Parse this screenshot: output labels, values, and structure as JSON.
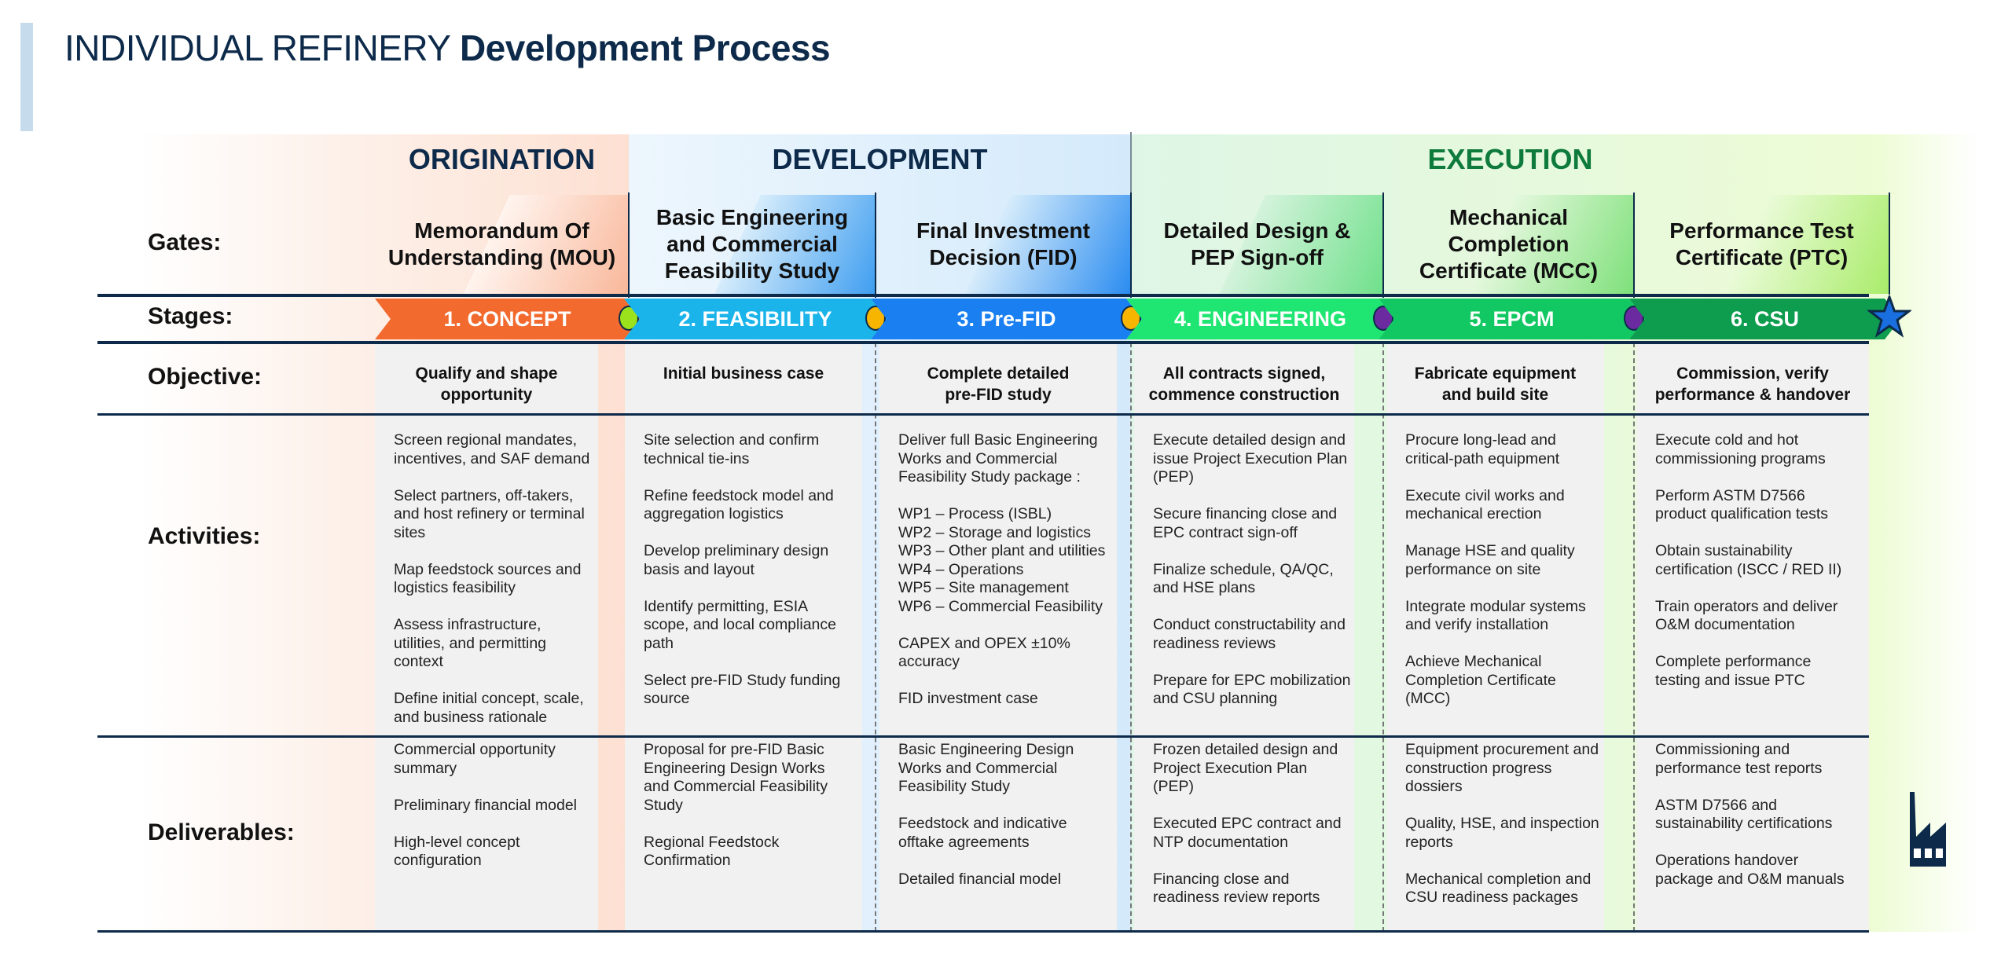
{
  "title": {
    "light": "INDIVIDUAL REFINERY ",
    "bold": "Development Process"
  },
  "phases": [
    {
      "label": "ORIGINATION",
      "color": "#0d2a4a"
    },
    {
      "label": "DEVELOPMENT",
      "color": "#0d2a4a"
    },
    {
      "label": "EXECUTION",
      "color": "#0e7a3c"
    }
  ],
  "row_labels": {
    "gates": "Gates:",
    "stages": "Stages:",
    "objective": "Objective:",
    "activities": "Activities:",
    "deliverables": "Deliverables:"
  },
  "columns": [
    {
      "gate": "Memorandum Of\nUnderstanding (MOU)",
      "stage": "1. CONCEPT",
      "stage_color": "#f26a2e",
      "marker_color": "#9be21c",
      "objective": "Qualify and shape\nopportunity",
      "activities": [
        "Screen regional mandates,\nincentives, and SAF demand",
        "Select partners, off-takers,\nand host refinery or terminal\nsites",
        "Map feedstock sources and\nlogistics feasibility",
        "Assess infrastructure,\nutilities, and permitting\ncontext",
        "Define initial concept, scale,\nand business rationale"
      ],
      "deliverables": [
        "Commercial opportunity\nsummary",
        "Preliminary financial model",
        "High-level concept\nconfiguration"
      ]
    },
    {
      "gate": "Basic Engineering\nand Commercial\nFeasibility Study",
      "stage": "2. FEASIBILITY",
      "stage_color": "#1ab4ea",
      "marker_color": "#f7b500",
      "objective": "Initial business case",
      "activities": [
        "Site selection and confirm\ntechnical tie-ins",
        "Refine feedstock model and\naggregation logistics",
        "Develop preliminary design\nbasis and layout",
        "Identify permitting, ESIA\nscope, and local compliance\npath",
        "Select pre-FID Study funding\nsource"
      ],
      "deliverables": [
        "Proposal for pre-FID Basic\nEngineering Design Works\nand Commercial Feasibility\nStudy",
        "Regional Feedstock\nConfirmation"
      ]
    },
    {
      "gate": "Final Investment\nDecision (FID)",
      "stage": "3. Pre-FID",
      "stage_color": "#1a7ff0",
      "marker_color": "#f7b500",
      "objective": "Complete detailed\npre-FID study",
      "activities": [
        "Deliver full Basic Engineering\nWorks and Commercial\nFeasibility Study package :",
        "WP1 – Process (ISBL)\nWP2 – Storage and logistics\nWP3 – Other plant and utilities\nWP4 – Operations\nWP5 – Site management\nWP6 – Commercial Feasibility",
        "CAPEX and OPEX ±10%\naccuracy",
        "FID investment case"
      ],
      "deliverables": [
        "Basic Engineering Design\nWorks and Commercial\nFeasibility Study",
        "Feedstock and indicative\nofftake agreements",
        "Detailed financial model"
      ]
    },
    {
      "gate": "Detailed Design &\nPEP Sign-off",
      "stage": "4. ENGINEERING",
      "stage_color": "#1fe672",
      "marker_color": "#6b2aa0",
      "objective": "All contracts signed,\ncommence construction",
      "activities": [
        "Execute detailed design and\nissue Project Execution Plan\n(PEP)",
        "Secure financing close and\nEPC contract sign-off",
        "Finalize schedule, QA/QC,\nand HSE plans",
        "Conduct constructability and\nreadiness reviews",
        "Prepare for EPC mobilization\nand CSU planning"
      ],
      "deliverables": [
        "Frozen detailed design and\nProject Execution Plan (PEP)",
        "Executed EPC contract and\nNTP documentation",
        "Financing close and\nreadiness review reports"
      ]
    },
    {
      "gate": "Mechanical\nCompletion\nCertificate (MCC)",
      "stage": "5. EPCM",
      "stage_color": "#12c862",
      "marker_color": "#6b2aa0",
      "objective": "Fabricate equipment\nand build site",
      "activities": [
        "Procure long-lead and\ncritical-path equipment",
        "Execute civil works and\nmechanical erection",
        "Manage HSE and quality\nperformance on site",
        "Integrate modular systems\nand verify installation",
        "Achieve Mechanical\nCompletion Certificate\n(MCC)"
      ],
      "deliverables": [
        "Equipment procurement and\nconstruction progress\ndossiers",
        "Quality, HSE, and inspection\nreports",
        "Mechanical completion and\nCSU readiness packages"
      ]
    },
    {
      "gate": "Performance Test\nCertificate (PTC)",
      "stage": "6. CSU",
      "stage_color": "#0e9c4f",
      "marker_color": "#1a6fe0",
      "objective": "Commission, verify\nperformance & handover",
      "activities": [
        "Execute cold and hot\ncommissioning programs",
        "Perform ASTM D7566\nproduct qualification tests",
        "Obtain sustainability\ncertification (ISCC / RED II)",
        "Train operators and deliver\nO&M documentation",
        "Complete performance\ntesting and issue PTC"
      ],
      "deliverables": [
        "Commissioning and\nperformance test reports",
        "ASTM D7566 and\nsustainability certifications",
        "Operations handover\npackage and O&M manuals"
      ]
    }
  ],
  "icons": {
    "end": "star-icon",
    "factory": "factory-icon"
  }
}
